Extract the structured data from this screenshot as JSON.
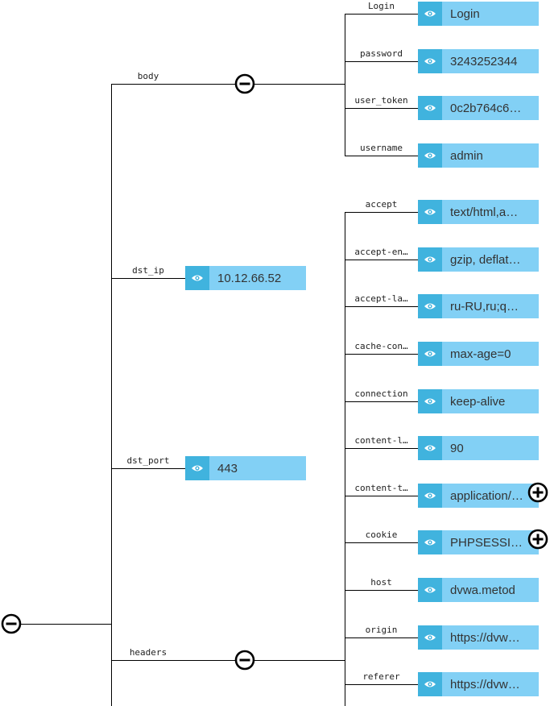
{
  "root": {
    "toggle": "collapse"
  },
  "top_fields": [
    {
      "id": "body",
      "key": "body",
      "kind": "object",
      "toggle": "collapse"
    },
    {
      "id": "dst_ip",
      "key": "dst_ip",
      "kind": "leaf",
      "value": "10.12.66.52"
    },
    {
      "id": "dst_port",
      "key": "dst_port",
      "kind": "leaf",
      "value": "443"
    },
    {
      "id": "headers",
      "key": "headers",
      "kind": "object",
      "toggle": "collapse"
    }
  ],
  "body": [
    {
      "key": "Login",
      "value": "Login"
    },
    {
      "key": "password",
      "value": "3243252344"
    },
    {
      "key": "user_token",
      "value": "0c2b764c6…"
    },
    {
      "key": "username",
      "value": "admin"
    }
  ],
  "headers": [
    {
      "key": "accept",
      "value": "text/html,a…"
    },
    {
      "key": "accept-en…",
      "value": "gzip, deflat…"
    },
    {
      "key": "accept-la…",
      "value": "ru-RU,ru;q…"
    },
    {
      "key": "cache-con…",
      "value": "max-age=0"
    },
    {
      "key": "connection",
      "value": "keep-alive"
    },
    {
      "key": "content-l…",
      "value": "90"
    },
    {
      "key": "content-t…",
      "value": "application/…",
      "toggle": "expand"
    },
    {
      "key": "cookie",
      "value": "PHPSESSI…",
      "toggle": "expand"
    },
    {
      "key": "host",
      "value": "dvwa.metod"
    },
    {
      "key": "origin",
      "value": "https://dvw…"
    },
    {
      "key": "referer",
      "value": "https://dvw…"
    }
  ],
  "colors": {
    "leaf_bg": "#82d0f5",
    "eye_bg": "#40b3de",
    "line": "#000000"
  },
  "icons": {
    "leaf": "eye-icon",
    "collapse": "minus-circle-icon",
    "expand": "plus-circle-icon"
  }
}
